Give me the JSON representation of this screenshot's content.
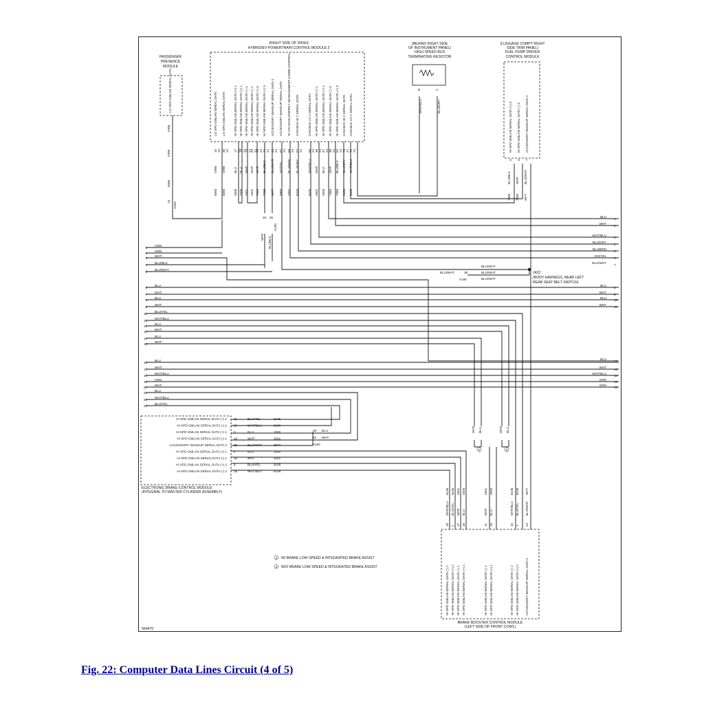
{
  "caption": "Fig. 22: Computer Data Lines Circuit (4 of 5)",
  "figure_id": "564470",
  "components": {
    "ppm": {
      "lines": [
        "PASSENGER",
        "PRESENCE",
        "MODULE"
      ],
      "pin_label": "LO SPD GMLAN SERIAL DATA"
    },
    "hpcm2": {
      "lines": [
        "(RIGHT SIDE OF DASH)",
        "HYBRID/EV POWERTRAIN CONTROL MODULE 2"
      ],
      "pins": [
        {
          "label": "LO SPD GMLAN SERIAL DATA",
          "pin": "10",
          "conn": "X2",
          "color": "GRN",
          "circuit": "5060"
        },
        {
          "label": "LO SPD GMLAN SERIAL DATA",
          "pin": "36",
          "conn": "X2",
          "color": "GRN",
          "circuit": "5060"
        },
        {
          "label": "HI SPD GMLAN SERIAL DATA (+) 1",
          "pin": "17",
          "conn": "X1",
          "color": "BLU",
          "circuit": "2500"
        },
        {
          "label": "HI SPD GMLAN SERIAL DATA (+) 1",
          "pin": "18",
          "conn": "X1",
          "color": "BLU",
          "circuit": "2500"
        },
        {
          "label": "HI SPD GMLAN SERIAL DATA (-) 1",
          "pin": "19",
          "conn": "X1",
          "color": "WHT",
          "circuit": "2501"
        },
        {
          "label": "HI SPD GMLAN SERIAL DATA (-) 1",
          "pin": "20",
          "conn": "X1",
          "color": "WHT",
          "circuit": "2501"
        },
        {
          "label": "HI SPD GMLAN SERIAL DATA (-) 3",
          "pin": "75",
          "conn": "X1",
          "color": "WHT",
          "circuit": "7484"
        },
        {
          "label": "HI SPD GMLAN SERIAL DATA (+) 3",
          "pin": "74",
          "conn": "X1",
          "color": "BLU/BLK",
          "circuit": "7483"
        },
        {
          "label": "ACCESSORY WAKEUP SERIAL DATA 2",
          "pin": "43",
          "conn": "X1",
          "color": "BLU/WHT",
          "circuit": "3977"
        },
        {
          "label": "ACCESSORY WAKEUP SERIAL DATA",
          "pin": "67",
          "conn": "X1",
          "color": "VIO/YEL",
          "circuit": "5960"
        },
        {
          "label": "HI VOLTAGE ENERGY MANAGEMENT COMM CONTROL",
          "pin": "68",
          "conn": "X1",
          "color": "BLU/BRN",
          "circuit": "3767"
        },
        {
          "label": "CAN BUS HI 2 SERIAL DATA",
          "pin": "57",
          "conn": "X1",
          "color": "BLU/GRY",
          "circuit": "6434"
        },
        {
          "label": "CAN BUS LO 2 SERIAL DATA",
          "pin": "58",
          "conn": "X1",
          "color": "WHT/BLU",
          "circuit": "6435"
        },
        {
          "label": "HI SPD GMLAN SERIAL DATA (-) 1",
          "pin": "36",
          "conn": "X1",
          "color": "WHT",
          "circuit": "2501"
        },
        {
          "label": "HI SPD GMLAN SERIAL DATA (+) 1",
          "pin": "37",
          "conn": "X1",
          "color": "BLU",
          "circuit": "2500"
        },
        {
          "label": "HI SPD GMLAN SERIAL DATA (-) 3",
          "pin": "38",
          "conn": "X1",
          "color": "WHT",
          "circuit": "7484"
        },
        {
          "label": "HI SPD GMLAN SERIAL DATA (+) 3",
          "pin": "54",
          "conn": "X1",
          "color": "BLU/BLK",
          "circuit": "7483"
        },
        {
          "label": "CAN BUS HI 2 SERIAL DATA",
          "pin": "73",
          "conn": "X1",
          "color": "BLU/GRY",
          "circuit": "6434"
        },
        {
          "label": "CAN BUS LO 2 SERIAL DATA",
          "pin": "72",
          "conn": "X1",
          "color": "WHT/BLU",
          "circuit": "6435"
        }
      ]
    },
    "resistor": {
      "lines": [
        "(BEHIND RIGHT SIDE",
        "OF INSTRUMENT PANEL)",
        "HIGH SPEED BUS",
        "TERMINATING RESISTOR"
      ],
      "pins": [
        {
          "pin": "B",
          "color": "WHT/BLU"
        },
        {
          "pin": "A",
          "color": "BLU/GRY"
        }
      ]
    },
    "fpdcm": {
      "lines": [
        "(LUGGAGE COMPT RIGHT",
        "SIDE TRIM PANEL)",
        "FUEL PUMP DRIVER",
        "CONTROL MODULE"
      ],
      "pins": [
        {
          "label": "HI SPD GMLAN SERIAL DATA (+) 3",
          "pin": "4",
          "color": "BLU/BLK",
          "circuit": "7483"
        },
        {
          "label": "HI SPD GMLAN SERIAL DATA (-) 3",
          "pin": "3",
          "color": "WHT",
          "circuit": "7484"
        },
        {
          "label": "ACCESSORY WAKEUP SERIAL DATA 2",
          "pin": "7",
          "color": "BLU/WHT",
          "circuit": "3977"
        }
      ]
    },
    "ebcm": {
      "lines": [
        "ELECTRONIC BRAKE CONTROL MODULE",
        "(INTEGRAL TO MASTER CYLINDER ASSEMBLY)"
      ],
      "pins": [
        {
          "label": "HI SPD GMLAN SERIAL DATA (+) 2",
          "pin": "11",
          "color": "BLU/YEL",
          "circuit": "6105"
        },
        {
          "label": "HI SPD GMLAN SERIAL DATA (-) 2",
          "pin": "25",
          "color": "WHT/BLU",
          "circuit": "6106"
        },
        {
          "label": "HI SPD GMLAN SERIAL DATA (+) 1",
          "pin": "5",
          "color": "BLU",
          "circuit": "2500"
        },
        {
          "label": "HI SPD GMLAN SERIAL DATA (-) 1",
          "pin": "19",
          "color": "WHT",
          "circuit": "2501"
        },
        {
          "label": "ACCESSORY WAKEUP SERIAL DATA 2",
          "pin": "35",
          "color": "BLU/WHT",
          "circuit": "3977"
        },
        {
          "label": "HI SPD GMLAN SERIAL DATA (+) 1",
          "pin": "4",
          "color": "BLU",
          "circuit": "2500"
        },
        {
          "label": "HI SPD GMLAN SERIAL DATA (-) 1",
          "pin": "18",
          "color": "WHT",
          "circuit": "2501"
        },
        {
          "label": "HI SPD GMLAN SERIAL DATA (+) 2",
          "pin": "6",
          "color": "BLU/YEL",
          "circuit": "6105"
        },
        {
          "label": "HI SPD GMLAN SERIAL DATA (-) 2",
          "pin": "38",
          "color": "WHT/BLU",
          "circuit": "6106"
        }
      ]
    },
    "bbcm": {
      "lines": [
        "BRAKE BOOSTER CONTROL MODULE",
        "(LEFT SIDE OF FRONT COWL)"
      ],
      "pins": [
        {
          "label": "HI SPD GMLAN SERIAL DATA (-) 2",
          "pin": "16",
          "color": "WHT/BLU",
          "circuit": "6106"
        },
        {
          "label": "HI SPD GMLAN SERIAL DATA (+) 2",
          "pin": "2",
          "color": "BLU/YEL",
          "circuit": "6105"
        },
        {
          "label": "HI SPD GMLAN SERIAL DATA (-) 1",
          "pin": "17",
          "color": "WHT",
          "circuit": "2501"
        },
        {
          "label": "HI SPD GMLAN SERIAL DATA (+) 1",
          "pin": "18",
          "color": "BLU",
          "circuit": "2500"
        },
        {
          "label": "HI SPD GMLAN SERIAL DATA (-) 1",
          "pin": "11",
          "color": "WHT",
          "circuit": "2501"
        },
        {
          "label": "HI SPD GMLAN SERIAL DATA (+) 1",
          "pin": "19",
          "color": "BLU",
          "circuit": "2500"
        },
        {
          "label": "HI SPD GMLAN SERIAL DATA (-) 2",
          "pin": "15",
          "color": "WHT/BLU",
          "circuit": "6106"
        },
        {
          "label": "HI SPD GMLAN SERIAL DATA (+) 2",
          "pin": "1",
          "color": "BLU/YEL",
          "circuit": "6105"
        },
        {
          "label": "ACCESSORY WAKEUP SERIAL DATA 2",
          "pin": "24",
          "color": "BLU/WHT",
          "circuit": "3977"
        }
      ]
    }
  },
  "splice": {
    "id": "J422",
    "lines": [
      "(BODY HARNESS, NEAR LEFT",
      "REAR SEAT BELT SWITCH)"
    ]
  },
  "connectors": {
    "x320": {
      "name": "X320",
      "pin": "13",
      "color": "GRN",
      "circuit": "5060"
    },
    "x150": {
      "name": "X150",
      "pins": [
        "26",
        "25"
      ],
      "colors": [
        "WHT",
        "BLU/BLK"
      ]
    },
    "x180": {
      "name": "X180",
      "pin": "38",
      "color": "BLU/WHT"
    },
    "x190": {
      "name": "X190",
      "pins": [
        {
          "pin": "39",
          "color": "BLU"
        },
        {
          "pin": "40",
          "color": "WHT"
        }
      ]
    }
  },
  "left_refs": [
    {
      "n": "1",
      "color": "GRN"
    },
    {
      "n": "2",
      "color": "GRN"
    },
    {
      "n": "3",
      "color": "WHT"
    },
    {
      "n": "4",
      "color": "BLU/BLK"
    },
    {
      "n": "5",
      "color": "BLU/WHT"
    },
    {
      "n": "6",
      "color": "BLU"
    },
    {
      "n": "7",
      "color": "WHT"
    },
    {
      "n": "8",
      "color": "BLU"
    },
    {
      "n": "9",
      "color": "WHT"
    },
    {
      "n": "10",
      "color": "BLU/YEL"
    },
    {
      "n": "11",
      "color": "WHT/BLU"
    },
    {
      "n": "12",
      "color": "BLU"
    },
    {
      "n": "13",
      "color": "WHT"
    },
    {
      "n": "14",
      "color": "BLU"
    },
    {
      "n": "15",
      "color": "WHT"
    },
    {
      "n": "16",
      "color": "BLU"
    },
    {
      "n": "17",
      "color": "WHT"
    },
    {
      "n": "18",
      "color": "WHT/BLU"
    },
    {
      "n": "19",
      "color": "GRN"
    },
    {
      "n": "20",
      "color": "WHT"
    },
    {
      "n": "21",
      "color": "BLU"
    },
    {
      "n": "22",
      "color": "WHT/BLU"
    },
    {
      "n": "23",
      "color": "BLU/YEL"
    }
  ],
  "right_refs": [
    {
      "n": "1",
      "color": "BLU"
    },
    {
      "n": "2",
      "color": "WHT"
    },
    {
      "n": "3",
      "color": "WHT/BLU"
    },
    {
      "n": "4",
      "color": "BLU/GRY"
    },
    {
      "n": "5",
      "color": "BLU/BRN"
    },
    {
      "n": "6",
      "color": "VIO/YEL"
    },
    {
      "n": "7",
      "color": "BLU/WHT"
    },
    {
      "n": "8",
      "color": "BLU"
    },
    {
      "n": "9",
      "color": "WHT"
    },
    {
      "n": "10",
      "color": "BLU"
    },
    {
      "n": "11",
      "color": "WHT"
    },
    {
      "n": "12",
      "color": "BLU"
    },
    {
      "n": "13",
      "color": "WHT"
    },
    {
      "n": "14",
      "color": "WHT/BLU"
    },
    {
      "n": "15",
      "color": "GRN"
    },
    {
      "n": "16",
      "color": "GRN"
    }
  ],
  "options": [
    {
      "n": "1",
      "text": "W/ BRAKE LOW SPEED & INTEGRATED BRAKE ASSIST"
    },
    {
      "n": "2",
      "text": "W/O BRAKE LOW SPEED & INTEGRATED BRAKE ASSIST"
    }
  ],
  "wire_labels": {
    "ppm_grn_a": "GRN",
    "ppm_grn_b": "GRN",
    "ppm_circ": "5060",
    "ppm_pin": "1",
    "j_in": "BLU/WHT",
    "j_out1": "BLU/WHT",
    "j_out2": "BLU/WHT",
    "drop1a": "WHT",
    "drop1b": "BLU",
    "drop2a": "WHT",
    "drop2b": "BLU"
  }
}
